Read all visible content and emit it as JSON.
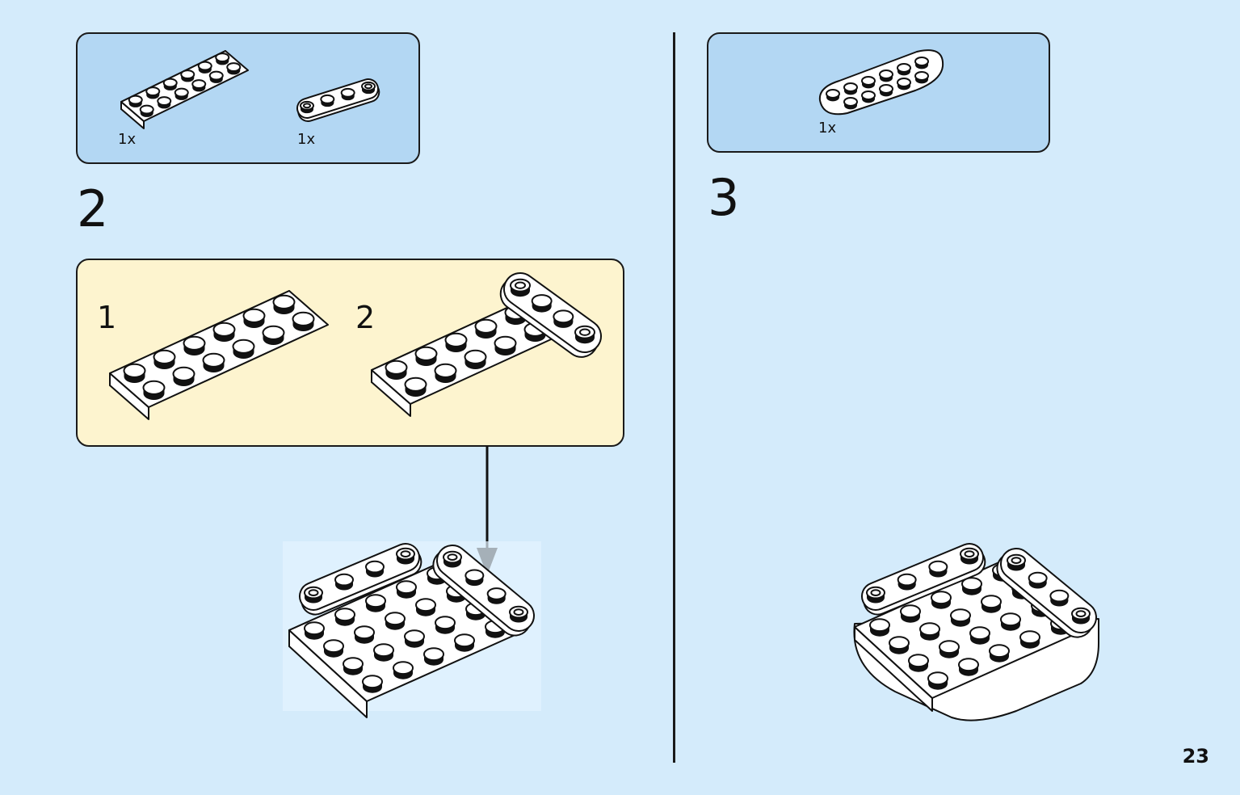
{
  "page_number": "23",
  "steps": [
    {
      "number": "2",
      "parts": [
        {
          "icon": "plate-2x6-icon",
          "count": "1x"
        },
        {
          "icon": "plate-1x4-rounded-icon",
          "count": "1x"
        }
      ],
      "sub_steps": [
        {
          "number": "1",
          "icon": "plate-2x6-icon"
        },
        {
          "number": "2",
          "icon": "plate-2x6-with-1x4-rounded-icon"
        }
      ],
      "result_icon": "base-assembly-icon"
    },
    {
      "number": "3",
      "parts": [
        {
          "icon": "plate-2x6-double-round-icon",
          "count": "1x"
        }
      ],
      "result_icon": "round-base-assembly-icon"
    }
  ],
  "colors": {
    "background": "#d4ebfb",
    "parts_box": "#b3d7f3",
    "sub_step_box": "#fdf4cf",
    "brick": "#ffffff",
    "outline": "#111111"
  }
}
